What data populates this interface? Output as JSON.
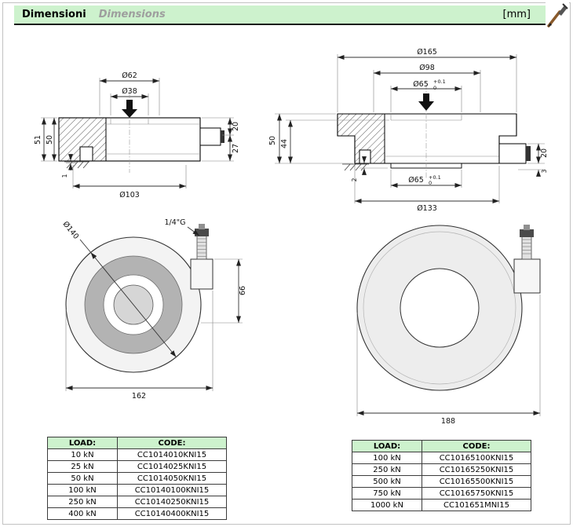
{
  "header": {
    "title_it": "Dimensioni",
    "title_en": "Dimensions",
    "unit": "[mm]"
  },
  "drawing1": {
    "d62": "Ø62",
    "d38": "Ø38",
    "h51": "51",
    "h50": "50",
    "h20": "20",
    "h27": "27",
    "w1": "1",
    "d103": "Ø103"
  },
  "drawing2": {
    "d165": "Ø165",
    "d98": "Ø98",
    "d65": "Ø65",
    "tol_plus": "+0.1",
    "tol_zero": "0",
    "h50": "50",
    "h44": "44",
    "h20": "20",
    "h3": "3",
    "w2": "2",
    "d133": "Ø133"
  },
  "drawing3": {
    "d140": "Ø140",
    "thread": "1/4\"G",
    "h66": "66",
    "w162": "162"
  },
  "drawing4": {
    "w188": "188"
  },
  "table_left": {
    "headers": [
      "LOAD:",
      "CODE:"
    ],
    "rows": [
      [
        "10 kN",
        "CC1014010KNI15"
      ],
      [
        "25 kN",
        "CC1014025KNI15"
      ],
      [
        "50 kN",
        "CC1014050KNI15"
      ],
      [
        "100 kN",
        "CC10140100KNI15"
      ],
      [
        "250 kN",
        "CC10140250KNI15"
      ],
      [
        "400 kN",
        "CC10140400KNI15"
      ]
    ]
  },
  "table_right": {
    "headers": [
      "LOAD:",
      "CODE:"
    ],
    "rows": [
      [
        "100 kN",
        "CC10165100KNI15"
      ],
      [
        "250 kN",
        "CC10165250KNI15"
      ],
      [
        "500 kN",
        "CC10165500KNI15"
      ],
      [
        "750 kN",
        "CC10165750KNI15"
      ],
      [
        "1000 kN",
        "CC101651MNI15"
      ]
    ]
  }
}
